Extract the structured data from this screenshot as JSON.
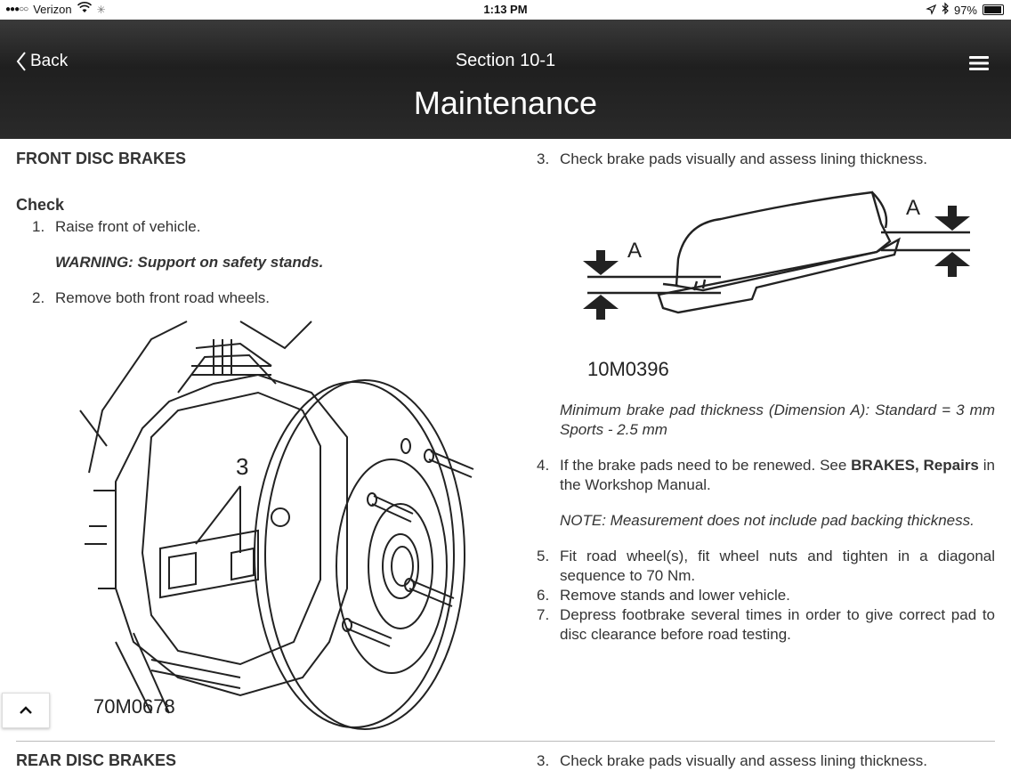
{
  "status": {
    "carrier": "Verizon",
    "time": "1:13 PM",
    "battery": "97%",
    "battery_level": 0.97
  },
  "nav": {
    "back_label": "Back",
    "section": "Section 10-1",
    "title": "Maintenance"
  },
  "left": {
    "heading": "FRONT DISC BRAKES",
    "subheading": "Check",
    "step1_num": "1.",
    "step1": "Raise front of vehicle.",
    "warning": "WARNING: Support on safety stands.",
    "step2_num": "2.",
    "step2": "Remove both front road wheels.",
    "figure_callout": "3",
    "figure_code": "70M0678",
    "next_heading": "REAR DISC BRAKES"
  },
  "right": {
    "step3_num": "3.",
    "step3": "Check brake pads visually and assess lining thickness.",
    "figure_label_left": "A",
    "figure_label_right": "A",
    "figure_code": "10M0396",
    "min_thickness": "Minimum brake pad thickness (Dimension A): Standard = 3 mm Sports - 2.5 mm",
    "step4_num": "4.",
    "step4_pre": "If the brake pads need to be renewed. See ",
    "step4_bold": "BRAKES, Repairs",
    "step4_post": " in the Workshop Manual.",
    "note": "NOTE: Measurement does not include pad backing thickness.",
    "step5_num": "5.",
    "step5": "Fit road wheel(s), fit wheel nuts and tighten in a diagonal sequence to 70 Nm.",
    "step6_num": "6.",
    "step6": "Remove stands and lower vehicle.",
    "step7_num": "7.",
    "step7": "Depress footbrake several times in order to give correct pad to disc clearance before road testing.",
    "next_step_num": "3.",
    "next_step": "Check brake pads visually and assess lining thickness."
  }
}
